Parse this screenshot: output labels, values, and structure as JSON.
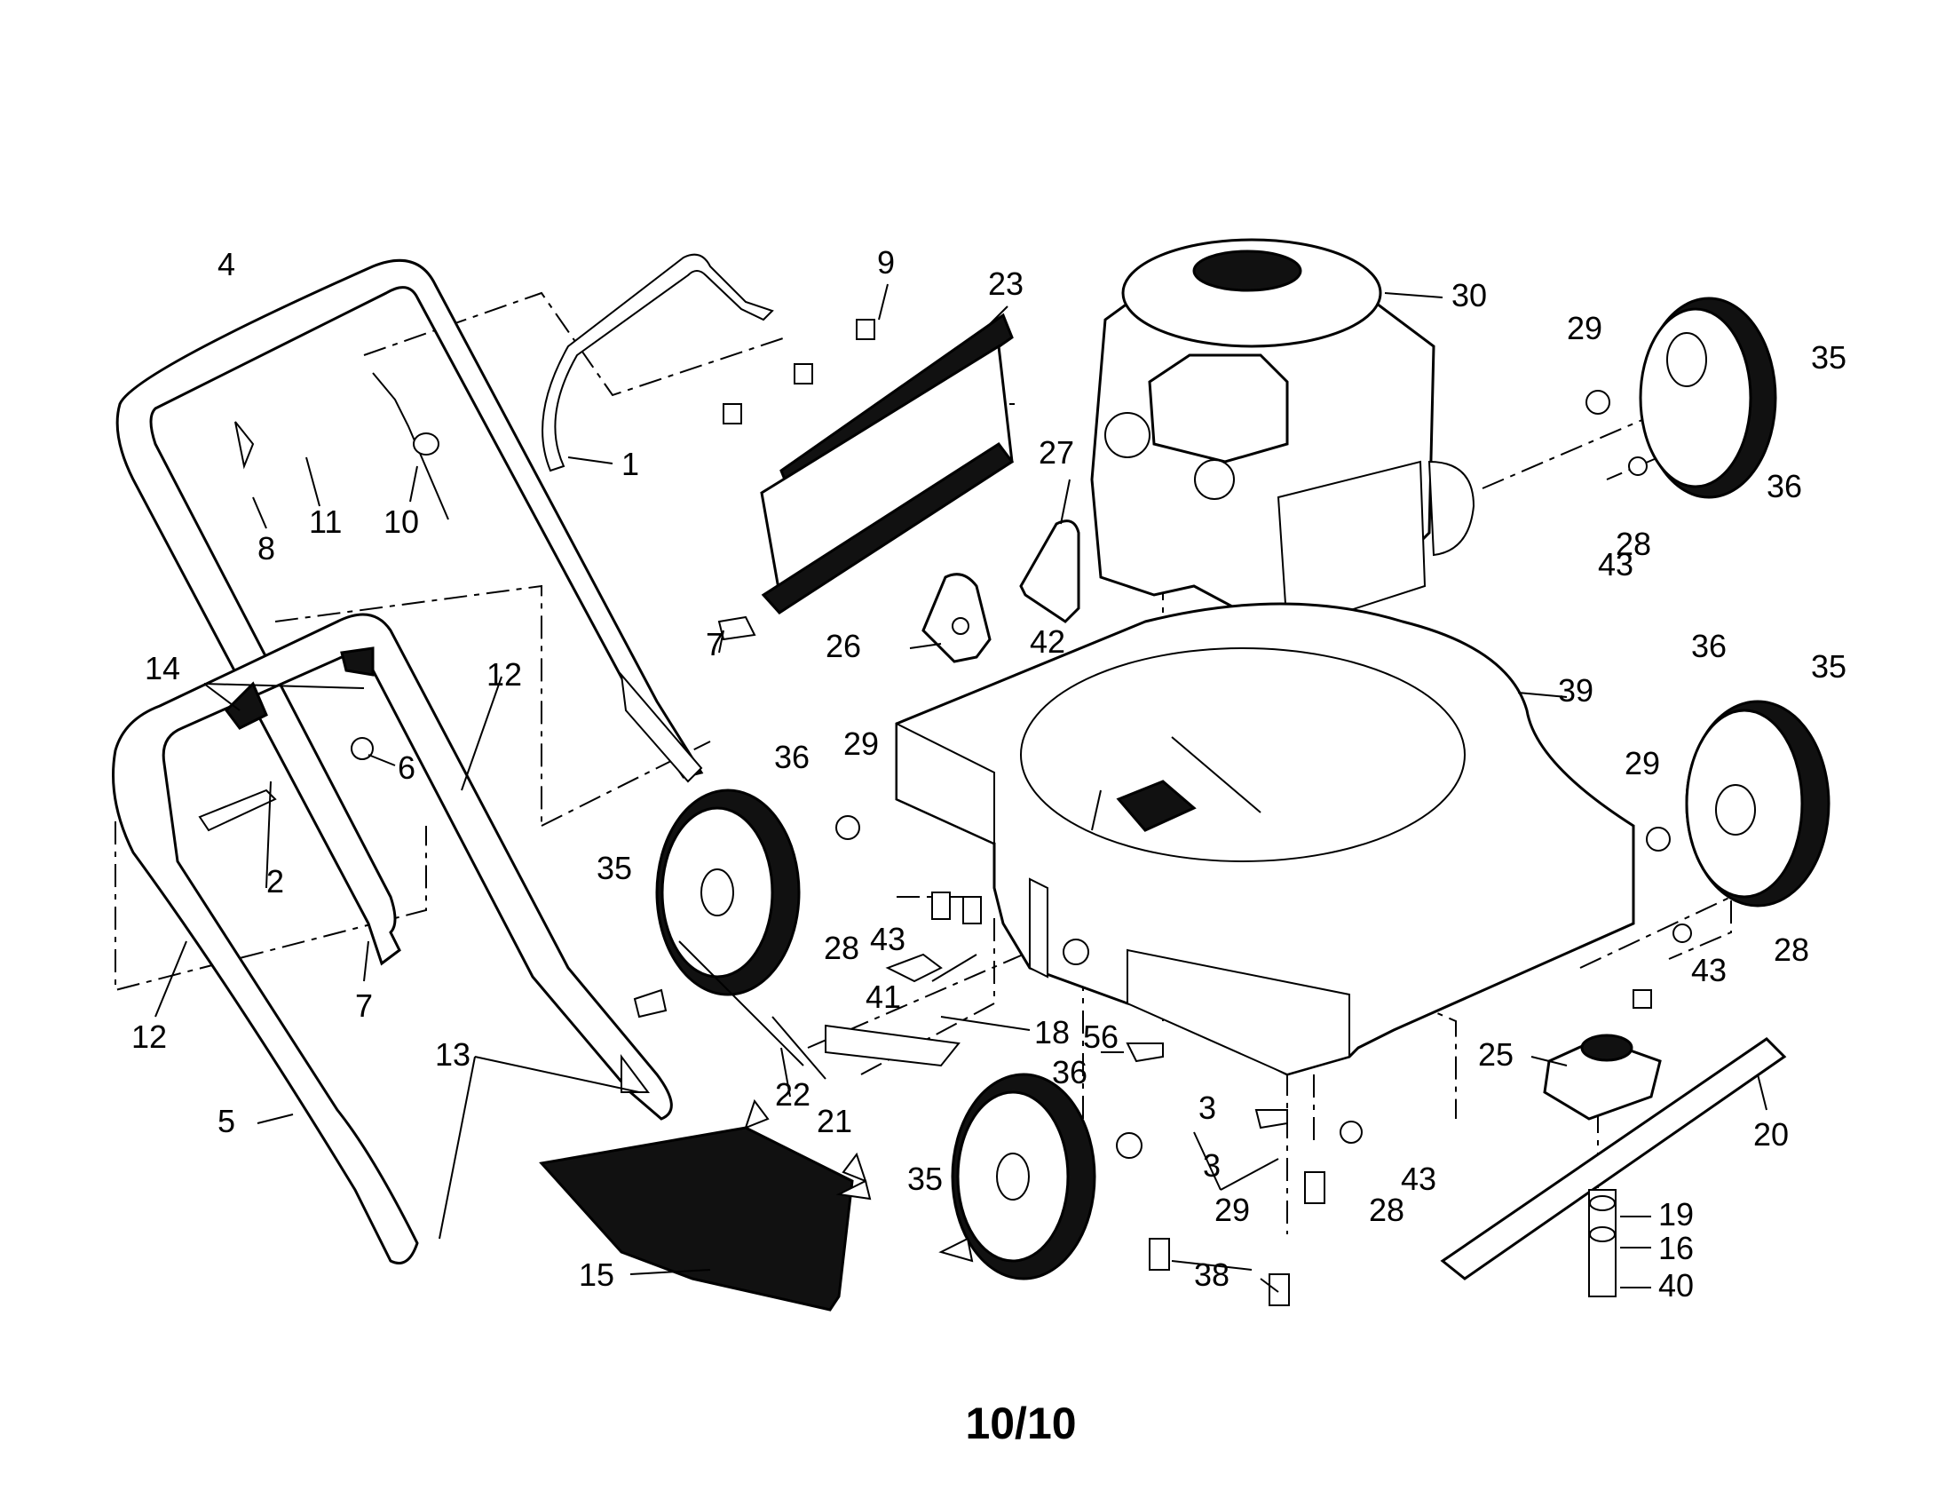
{
  "page_number": "10/10",
  "callouts": {
    "c1": "1",
    "c2": "2",
    "c3a": "3",
    "c3b": "3",
    "c4": "4",
    "c5": "5",
    "c6": "6",
    "c7a": "7",
    "c7b": "7",
    "c8": "8",
    "c9": "9",
    "c10": "10",
    "c11": "11",
    "c12a": "12",
    "c12b": "12",
    "c13": "13",
    "c14": "14",
    "c15": "15",
    "c16": "16",
    "c18": "18",
    "c19": "19",
    "c20": "20",
    "c21": "21",
    "c22": "22",
    "c23": "23",
    "c25": "25",
    "c26": "26",
    "c27": "27",
    "c28a": "28",
    "c28b": "28",
    "c28c": "28",
    "c28d": "28",
    "c29a": "29",
    "c29b": "29",
    "c29c": "29",
    "c29d": "29",
    "c30": "30",
    "c35a": "35",
    "c35b": "35",
    "c35c": "35",
    "c35d": "35",
    "c36a": "36",
    "c36b": "36",
    "c36c": "36",
    "c36d": "36",
    "c38": "38",
    "c39": "39",
    "c40": "40",
    "c41": "41",
    "c42": "42",
    "c43a": "43",
    "c43b": "43",
    "c43c": "43",
    "c43d": "43",
    "c56": "56"
  }
}
